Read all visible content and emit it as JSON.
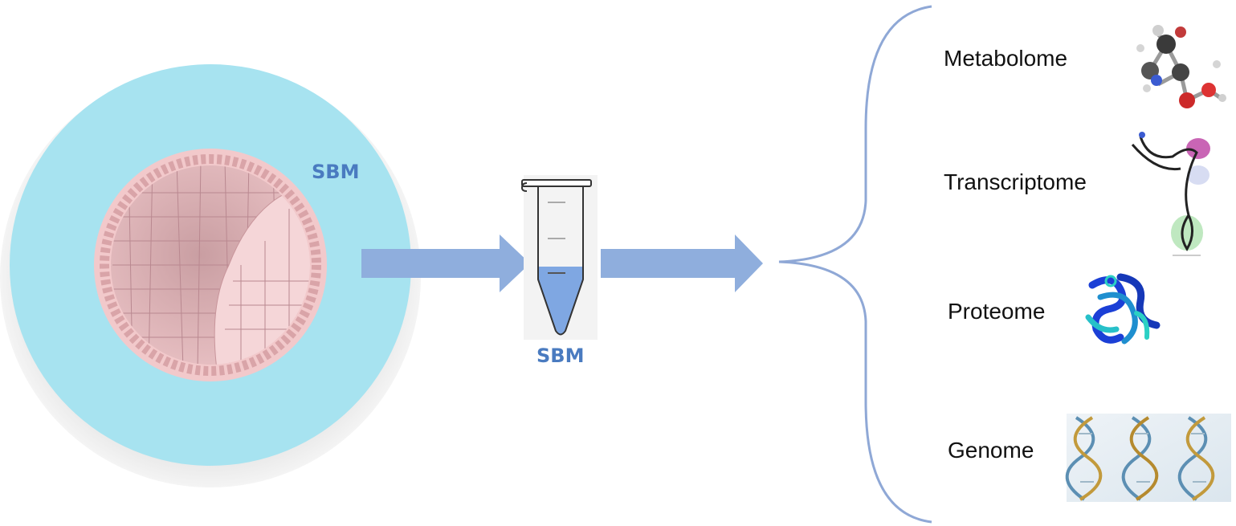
{
  "labels": {
    "embryo_sbm": "SBM",
    "tube_sbm": "SBM"
  },
  "omics": [
    {
      "label": "Metabolome",
      "icon": "molecule-ball-stick-icon"
    },
    {
      "label": "Transcriptome",
      "icon": "trna-structure-icon"
    },
    {
      "label": "Proteome",
      "icon": "protein-ribbon-icon"
    },
    {
      "label": "Genome",
      "icon": "dna-helix-icon"
    }
  ],
  "colors": {
    "medium": "#a7e3f0",
    "embryo": "#f2c9cb",
    "arrow": "#8faedd",
    "bracket": "#8fa8d6",
    "text_accent": "#4a7bc0"
  }
}
